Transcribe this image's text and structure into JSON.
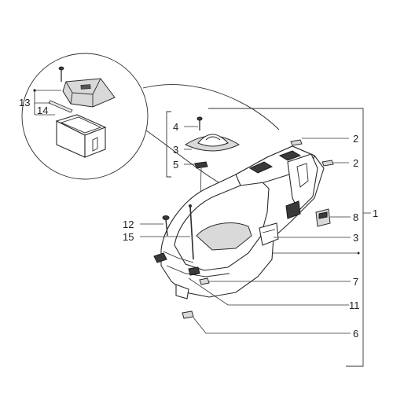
{
  "callouts": {
    "c1": "1",
    "c2a": "2",
    "c2b": "2",
    "c3a": "3",
    "c3b": "3",
    "c4": "4",
    "c5": "5",
    "c6": "6",
    "c7": "7",
    "c8": "8",
    "c11": "11",
    "c12": "12",
    "c13": "13",
    "c14": "14",
    "c15": "15"
  }
}
